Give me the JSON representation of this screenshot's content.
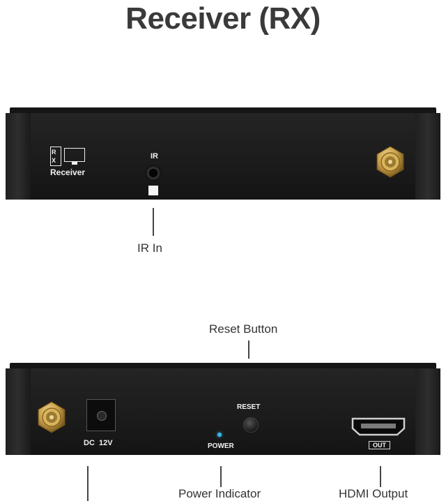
{
  "title": "Receiver (RX)",
  "top_panel": {
    "logo_text": "Receiver",
    "logo_badge": "RX",
    "ir_label": "IR"
  },
  "bottom_panel": {
    "dc_label": "DC  12V",
    "reset_label": "RESET",
    "power_label": "POWER",
    "out_label": "OUT"
  },
  "callouts": {
    "ir_in": "IR In",
    "reset_button": "Reset Button",
    "power_indicator": "Power Indicator",
    "hdmi_output": "HDMI Output"
  },
  "colors": {
    "power_led": "#3fb6e8",
    "antenna_gold": "#c9a24a"
  }
}
